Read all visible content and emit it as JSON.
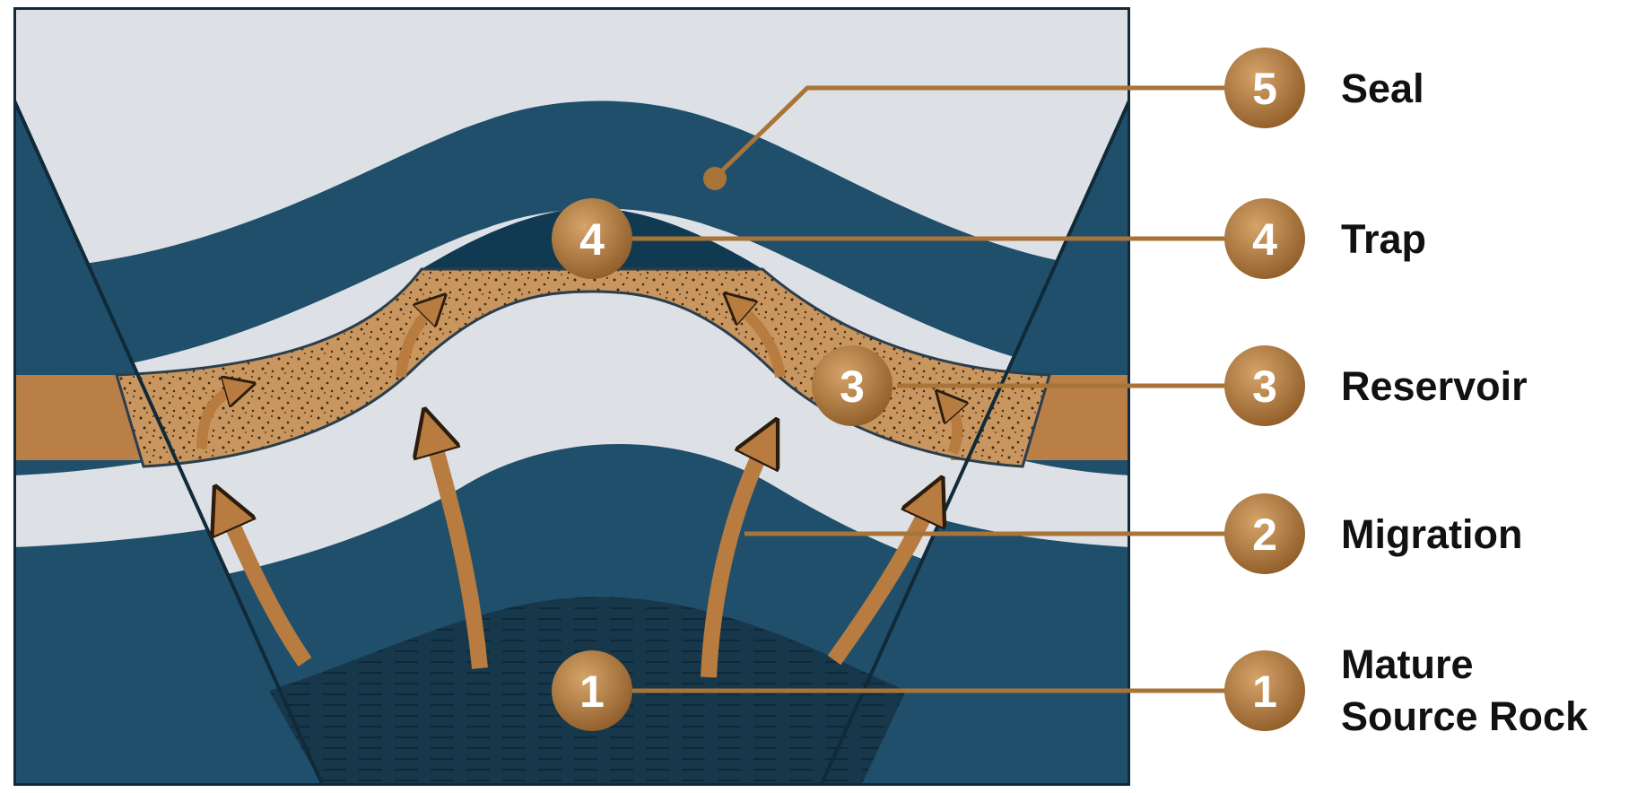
{
  "colors": {
    "sky": "#dde1e6",
    "layer_blue": "#1f4f6b",
    "trap_blue": "#103a52",
    "source_dark": "#17374a",
    "reservoir_sand": "#c8965e",
    "band_copper": "#b97f46",
    "badge_gold": "#a87237",
    "leader_line": "#a87438",
    "frame": "#112a3a"
  },
  "legend": [
    {
      "number": "5",
      "label": "Seal"
    },
    {
      "number": "4",
      "label": "Trap"
    },
    {
      "number": "3",
      "label": "Reservoir"
    },
    {
      "number": "2",
      "label": "Migration"
    },
    {
      "number": "1",
      "label_lines": [
        "Mature",
        "Source Rock"
      ]
    }
  ],
  "diagram_badges": {
    "trap": "4",
    "reservoir": "3",
    "source": "1"
  }
}
